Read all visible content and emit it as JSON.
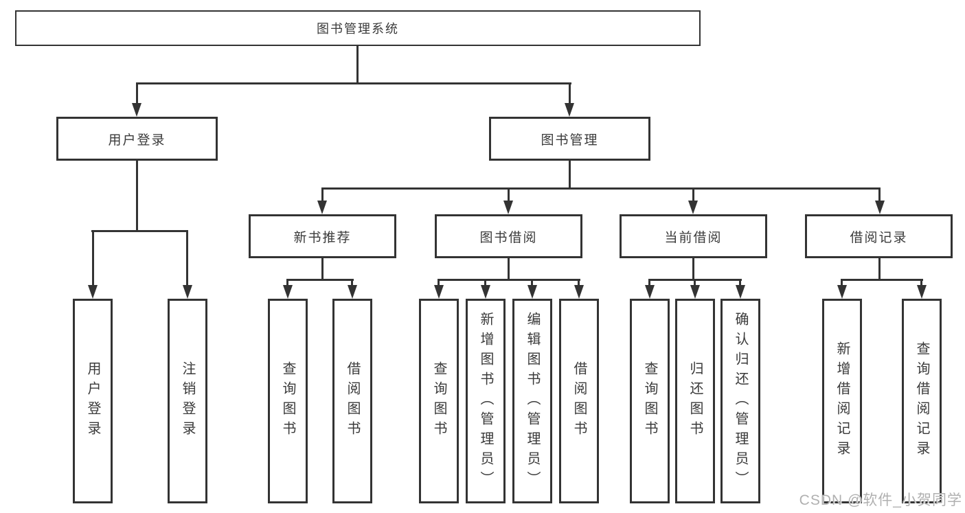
{
  "tree": {
    "root": {
      "label": "图书管理系统",
      "children": [
        {
          "label": "用户登录",
          "children": [
            {
              "label": "用户登录"
            },
            {
              "label": "注销登录"
            }
          ]
        },
        {
          "label": "图书管理",
          "children": [
            {
              "label": "新书推荐",
              "children": [
                {
                  "label": "查询图书"
                },
                {
                  "label": "借阅图书"
                }
              ]
            },
            {
              "label": "图书借阅",
              "children": [
                {
                  "label": "查询图书"
                },
                {
                  "label": "新增图书（管理员）"
                },
                {
                  "label": "编辑图书（管理员）"
                },
                {
                  "label": "借阅图书"
                }
              ]
            },
            {
              "label": "当前借阅",
              "children": [
                {
                  "label": "查询图书"
                },
                {
                  "label": "归还图书"
                },
                {
                  "label": "确认归还（管理员）"
                }
              ]
            },
            {
              "label": "借阅记录",
              "children": [
                {
                  "label": "新增借阅记录"
                },
                {
                  "label": "查询借阅记录"
                }
              ]
            }
          ]
        }
      ]
    }
  },
  "watermark": {
    "text": "CSDN @软件_小贺同学"
  },
  "colors": {
    "line": "#333333",
    "border": "#333333",
    "text": "#3a3a3a",
    "bg": "#ffffff",
    "watermark": "#b0b0b0"
  }
}
